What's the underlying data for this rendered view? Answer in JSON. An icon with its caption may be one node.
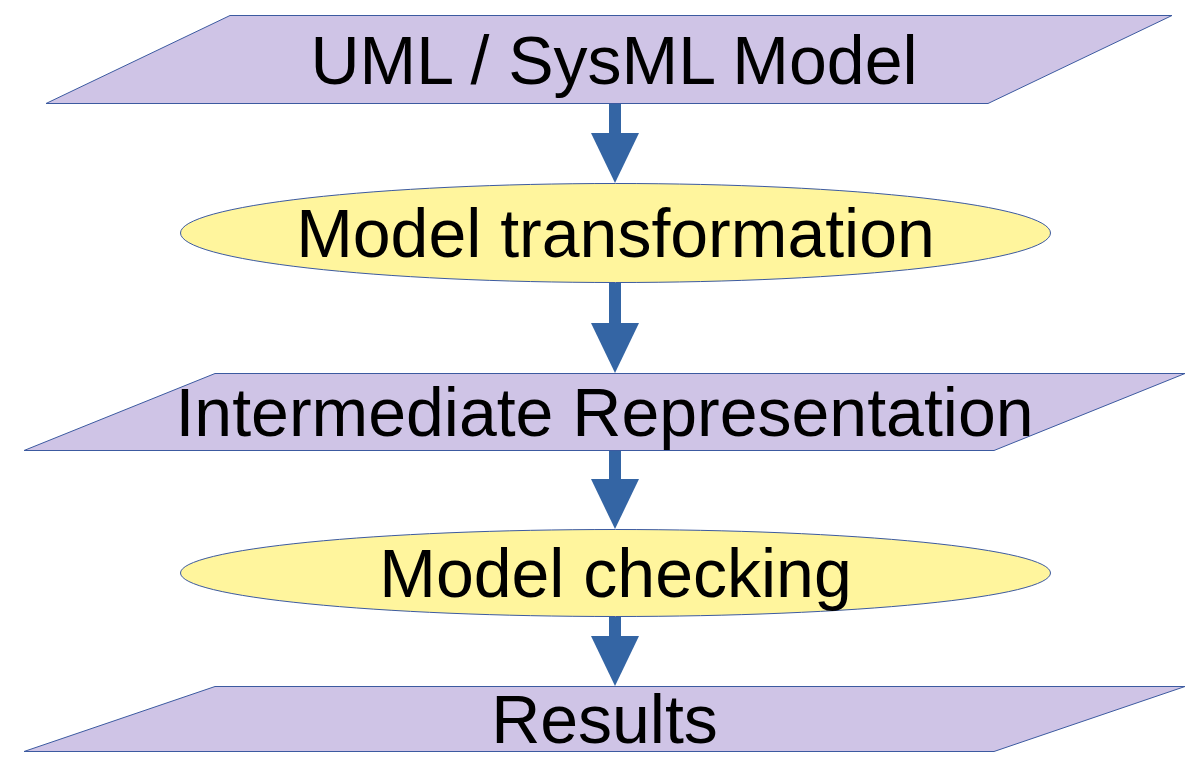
{
  "diagram": {
    "nodes": [
      {
        "text": [
          "UML / SysML Model"
        ]
      },
      {
        "text": [
          "Model transformation"
        ]
      },
      {
        "text": [
          "Intermediate Representation"
        ]
      },
      {
        "text": [
          "Model checking"
        ]
      },
      {
        "text": [
          "Results"
        ]
      }
    ],
    "edges": [
      {
        "from": 0,
        "to": 1,
        "arrow": "to"
      },
      {
        "from": 1,
        "to": 2,
        "arrow": "to"
      },
      {
        "from": 2,
        "to": 3,
        "arrow": "to"
      },
      {
        "from": 3,
        "to": 4,
        "arrow": "to"
      }
    ]
  }
}
